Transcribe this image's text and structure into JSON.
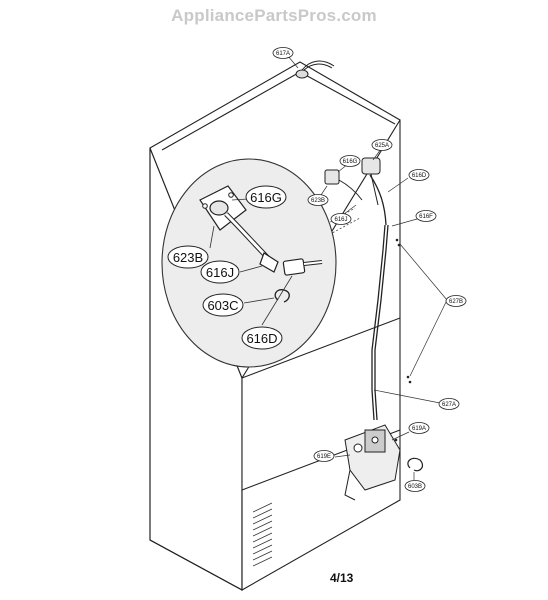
{
  "watermark": "AppliancePartsPros.com",
  "page_number": "4/13",
  "callouts_detail": [
    {
      "id": "616G"
    },
    {
      "id": "623B"
    },
    {
      "id": "616J"
    },
    {
      "id": "603C"
    },
    {
      "id": "616D"
    }
  ],
  "callouts_main": [
    {
      "id": "617A"
    },
    {
      "id": "625A"
    },
    {
      "id": "616G"
    },
    {
      "id": "623B"
    },
    {
      "id": "616D"
    },
    {
      "id": "616J"
    },
    {
      "id": "616F"
    },
    {
      "id": "627B"
    },
    {
      "id": "627A"
    },
    {
      "id": "619A"
    },
    {
      "id": "619E"
    },
    {
      "id": "603B"
    }
  ]
}
